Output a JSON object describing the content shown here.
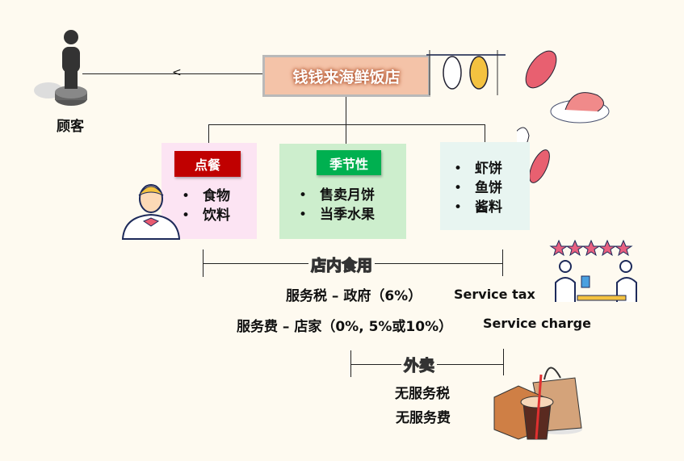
{
  "customer_label": "顾客",
  "restaurant_name": "钱钱来海鲜饭店",
  "ordering": {
    "tag": "点餐",
    "items": [
      "食物",
      "饮料"
    ]
  },
  "seasonal": {
    "tag": "季节性",
    "items": [
      "售卖月饼",
      "当季水果"
    ]
  },
  "products": {
    "items": [
      "虾饼",
      "鱼饼",
      "酱料"
    ]
  },
  "dine_in": {
    "label": "店内食用",
    "service_tax_cn": "服务税 – 政府（6%）",
    "service_tax_en": "Service tax",
    "service_charge_cn": "服务费 – 店家（0%, 5%或10%）",
    "service_charge_en": "Service charge"
  },
  "takeaway": {
    "label": "外卖",
    "lines": [
      "无服务税",
      "无服务费"
    ]
  },
  "colors": {
    "ordering_tag": "#c00000",
    "seasonal_tag": "#00b050",
    "title_bg": "#f4c3a8"
  }
}
